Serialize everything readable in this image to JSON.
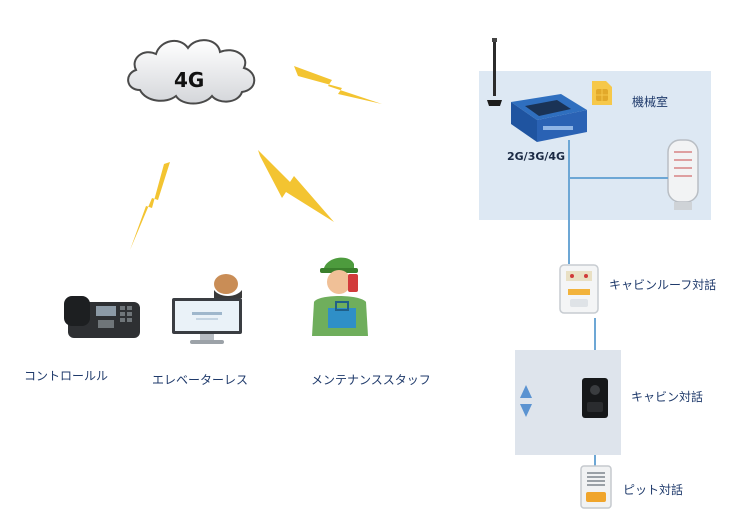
{
  "network": {
    "cloud_label": "4G"
  },
  "left_devices": [
    {
      "id": "control-room",
      "label": "コントロールル"
    },
    {
      "id": "elevator-less",
      "label": "エレベーターレス"
    },
    {
      "id": "maintenance-staff",
      "label": "メンテナンススタッフ"
    }
  ],
  "machine_room": {
    "label": "機械室",
    "device_label": "2G/3G/4G"
  },
  "shaft": {
    "cabin_roof_label": "キャビンルーフ対話",
    "cabin_label": "キャビン対話",
    "pit_label": "ピット対話"
  },
  "colors": {
    "panel": "#dde8f3",
    "line": "#6da7d5",
    "lightning": "#f3c431",
    "text": "#1f3a6b"
  }
}
